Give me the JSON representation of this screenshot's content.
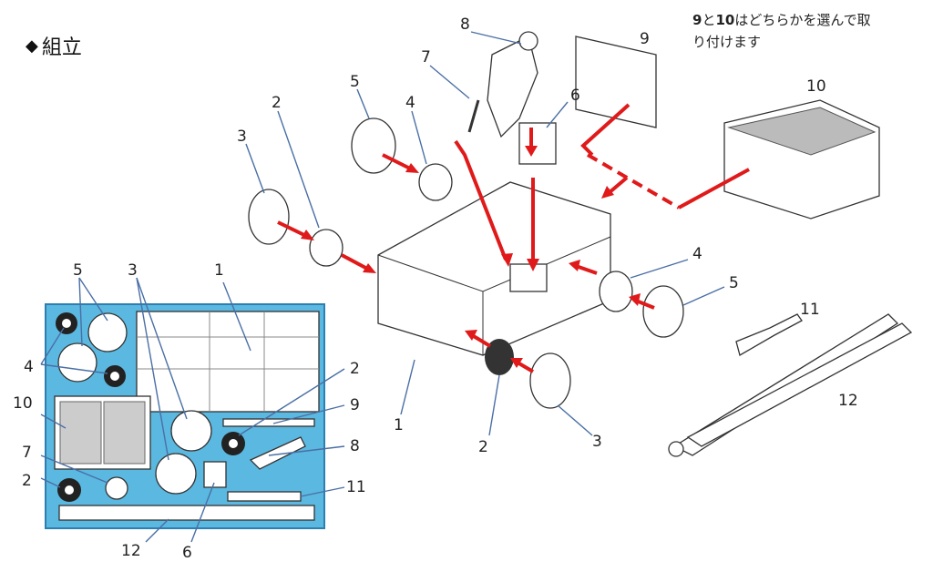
{
  "title": {
    "symbol": "◆",
    "text": "組立"
  },
  "note": {
    "line1_bold_a": "9",
    "line1_mid": "と",
    "line1_bold_b": "10",
    "line1_rest": "はどちらかを選んで取",
    "line2": "り付けます"
  },
  "assembly_labels": [
    {
      "id": "1",
      "text": "1"
    },
    {
      "id": "2",
      "text": "2"
    },
    {
      "id": "3",
      "text": "3"
    },
    {
      "id": "4",
      "text": "4"
    },
    {
      "id": "5",
      "text": "5"
    },
    {
      "id": "6",
      "text": "6"
    },
    {
      "id": "7",
      "text": "7"
    },
    {
      "id": "8",
      "text": "8"
    },
    {
      "id": "9",
      "text": "9"
    },
    {
      "id": "10",
      "text": "10"
    },
    {
      "id": "4b",
      "text": "4"
    },
    {
      "id": "5b",
      "text": "5"
    },
    {
      "id": "2b",
      "text": "2"
    },
    {
      "id": "3b",
      "text": "3"
    },
    {
      "id": "11",
      "text": "11"
    },
    {
      "id": "12",
      "text": "12"
    }
  ],
  "runner_labels": [
    {
      "id": "r5",
      "text": "5"
    },
    {
      "id": "r3",
      "text": "3"
    },
    {
      "id": "r1",
      "text": "1"
    },
    {
      "id": "r4",
      "text": "4"
    },
    {
      "id": "r10",
      "text": "10"
    },
    {
      "id": "r7",
      "text": "7"
    },
    {
      "id": "r2a",
      "text": "2"
    },
    {
      "id": "r2b",
      "text": "2"
    },
    {
      "id": "r9",
      "text": "9"
    },
    {
      "id": "r8",
      "text": "8"
    },
    {
      "id": "r11",
      "text": "11"
    },
    {
      "id": "r12",
      "text": "12"
    },
    {
      "id": "r6",
      "text": "6"
    }
  ],
  "colors": {
    "runner_frame": "#5bb8e0",
    "arrow": "#e01a1a",
    "leader": "#4a6fa5"
  }
}
